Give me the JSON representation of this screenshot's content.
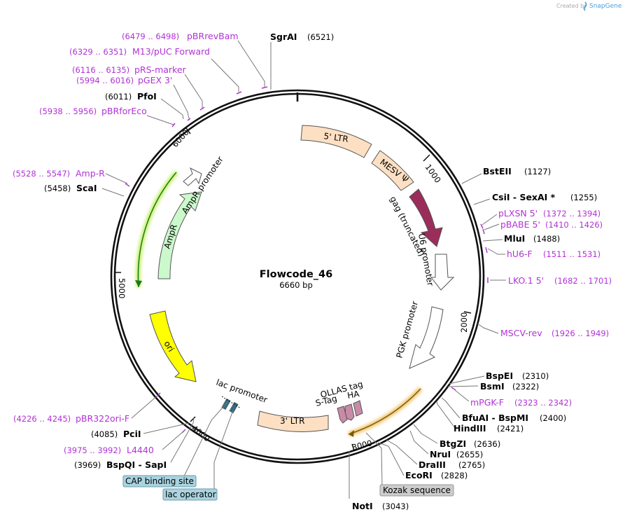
{
  "branding": {
    "created_by": "Created by",
    "brand": "SnapGene"
  },
  "plasmid": {
    "name": "Flowcode_46",
    "length_label": "6660 bp",
    "length_bp": 6660
  },
  "ticks": [
    "1000",
    "2000",
    "3000",
    "4000",
    "5000",
    "6000"
  ],
  "features": {
    "ltr5": "5' LTR",
    "mesv": "MESV Ψ",
    "gag": "gag (truncated)",
    "u6": "U6 promoter",
    "pgk": "PGK promoter",
    "ollas": "OLLAS tag",
    "ha": "HA",
    "stag": "S-Tag",
    "ltr3": "3' LTR",
    "lac_promoter": "lac promoter",
    "ori": "ori",
    "ampr": "AmpR",
    "ampr_promoter": "AmpR promoter"
  },
  "sites": [
    {
      "key": "sgrai",
      "name": "SgrAI",
      "pos": "(6521)"
    },
    {
      "key": "pfoi",
      "name": "PfoI",
      "pos": "(6011)"
    },
    {
      "key": "scai",
      "name": "ScaI",
      "pos": "(5458)"
    },
    {
      "key": "bsteii",
      "name": "BstEII",
      "pos": "(1127)"
    },
    {
      "key": "csii",
      "name": "CsiI  -  SexAI *",
      "pos": "(1255)"
    },
    {
      "key": "mlui",
      "name": "MluI",
      "pos": "(1488)"
    },
    {
      "key": "bspei",
      "name": "BspEI",
      "pos": "(2310)"
    },
    {
      "key": "bsmi",
      "name": "BsmI",
      "pos": "(2322)"
    },
    {
      "key": "bfuai",
      "name": "BfuAI  -  BspMI",
      "pos": "(2400)"
    },
    {
      "key": "hindiii",
      "name": "HindIII",
      "pos": "(2421)"
    },
    {
      "key": "bstgzi",
      "name": "BtgZI",
      "pos": "(2636)"
    },
    {
      "key": "nrui",
      "name": "NruI",
      "pos": "(2655)"
    },
    {
      "key": "draiii",
      "name": "DraIII",
      "pos": "(2765)"
    },
    {
      "key": "ecori",
      "name": "EcoRI",
      "pos": "(2828)"
    },
    {
      "key": "noti",
      "name": "NotI",
      "pos": "(3043)"
    },
    {
      "key": "pcii",
      "name": "PciI",
      "pos": "(4085)"
    },
    {
      "key": "bspqi",
      "name": "BspQI  -  SapI",
      "pos": "(3969)"
    }
  ],
  "primers": [
    {
      "key": "pbrrevbam",
      "name": "pBRrevBam",
      "range": "(6479 .. 6498)"
    },
    {
      "key": "m13",
      "name": "M13/pUC Forward",
      "range": "(6329 .. 6351)"
    },
    {
      "key": "prs",
      "name": "pRS-marker",
      "range": "(6116 .. 6135)"
    },
    {
      "key": "pgex",
      "name": "pGEX 3'",
      "range": "(5994 .. 6016)"
    },
    {
      "key": "pbrforeco",
      "name": "pBRforEco",
      "range": "(5938 .. 5956)"
    },
    {
      "key": "ampr_p",
      "name": "Amp-R",
      "range": "(5528 .. 5547)"
    },
    {
      "key": "plxsn",
      "name": "pLXSN 5'",
      "range": "(1372 .. 1394)"
    },
    {
      "key": "pbabe",
      "name": "pBABE 5'",
      "range": "(1410 .. 1426)"
    },
    {
      "key": "hu6",
      "name": "hU6-F",
      "range": "(1511 .. 1531)"
    },
    {
      "key": "lko",
      "name": "LKO.1 5'",
      "range": "(1682 .. 1701)"
    },
    {
      "key": "mscv",
      "name": "MSCV-rev",
      "range": "(1926 .. 1949)"
    },
    {
      "key": "mpgk",
      "name": "mPGK-F",
      "range": "(2323 .. 2342)"
    },
    {
      "key": "pbr322",
      "name": "pBR322ori-F",
      "range": "(4226 .. 4245)"
    },
    {
      "key": "l4440",
      "name": "L4440",
      "range": "(3975 .. 3992)"
    }
  ],
  "boxed_labels": {
    "cap": "CAP binding site",
    "lacop": "lac operator",
    "kozak": "Kozak sequence"
  },
  "colors": {
    "ltr": "#fde0c3",
    "mesv": "#fde0c3",
    "gag": "#9b2d5a",
    "promoter": "#ffffff",
    "ori": "#ffff00",
    "ampr": "#ccf9cc",
    "tag": "#c98aa8",
    "primer": "#b232d6",
    "cap_box": "#a9d4df",
    "kozak_box": "#cccccc",
    "orf_line": "#1a7a1a",
    "orf_line2": "#c98a1a"
  }
}
